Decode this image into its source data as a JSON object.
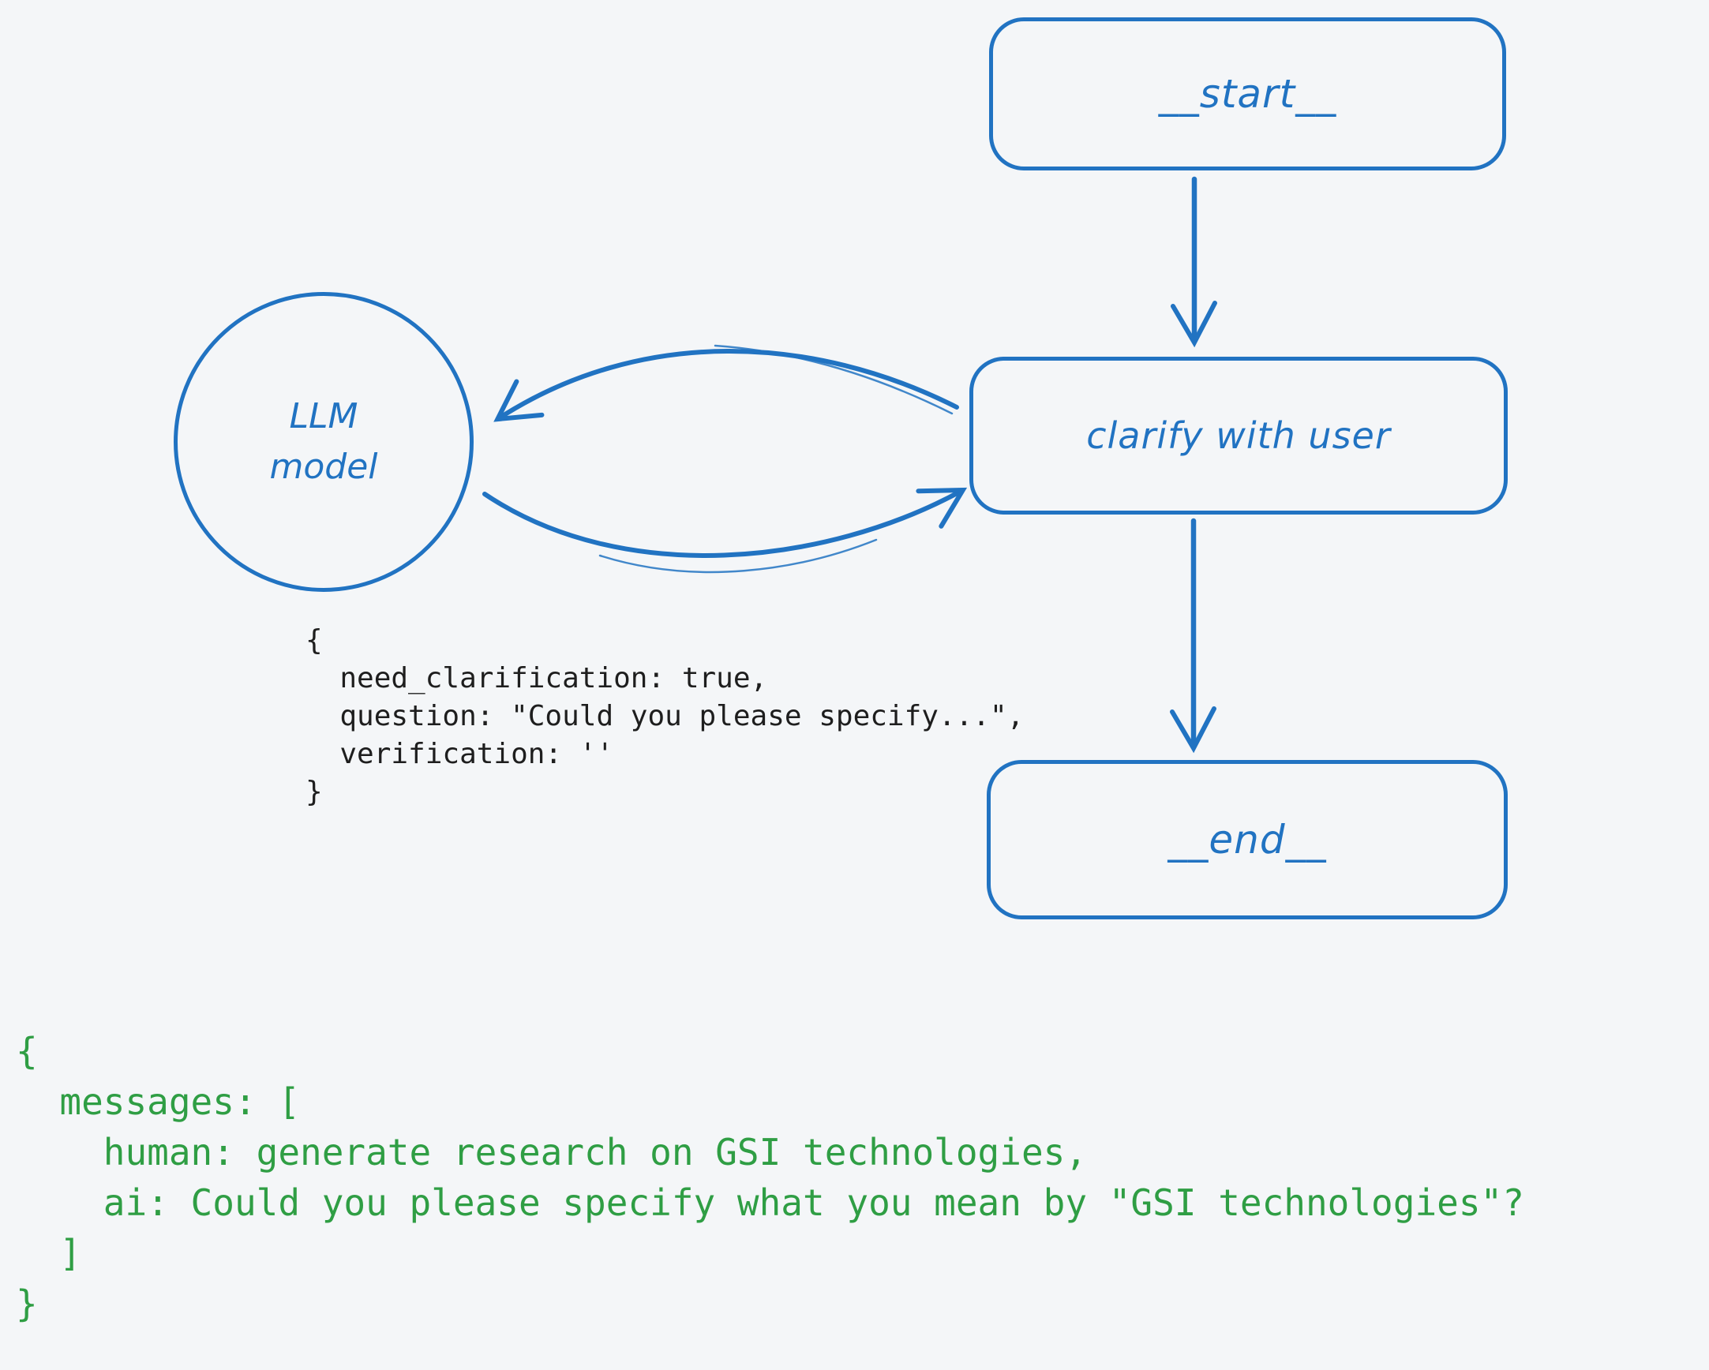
{
  "colors": {
    "background": "#f4f6f8",
    "diagram_blue": "#2173c2",
    "code_black": "#1e1e1e",
    "code_green": "#2f9e44"
  },
  "nodes": {
    "start_label": "__start__",
    "clarify_label": "clarify with user",
    "end_label": "__end__",
    "llm_label_line1": "LLM",
    "llm_label_line2": "model"
  },
  "edges": {
    "start_to_clarify": "arrow down",
    "clarify_to_llm": "curved arrow left",
    "llm_to_clarify": "curved arrow right",
    "clarify_to_end": "arrow down"
  },
  "llm_output_snippet": "{\n  need_clarification: true,\n  question: \"Could you please specify...\",\n  verification: ''\n}",
  "state_snippet": "{\n  messages: [\n    human: generate research on GSI technologies,\n    ai: Could you please specify what you mean by \"GSI technologies\"?\n  ]\n}"
}
